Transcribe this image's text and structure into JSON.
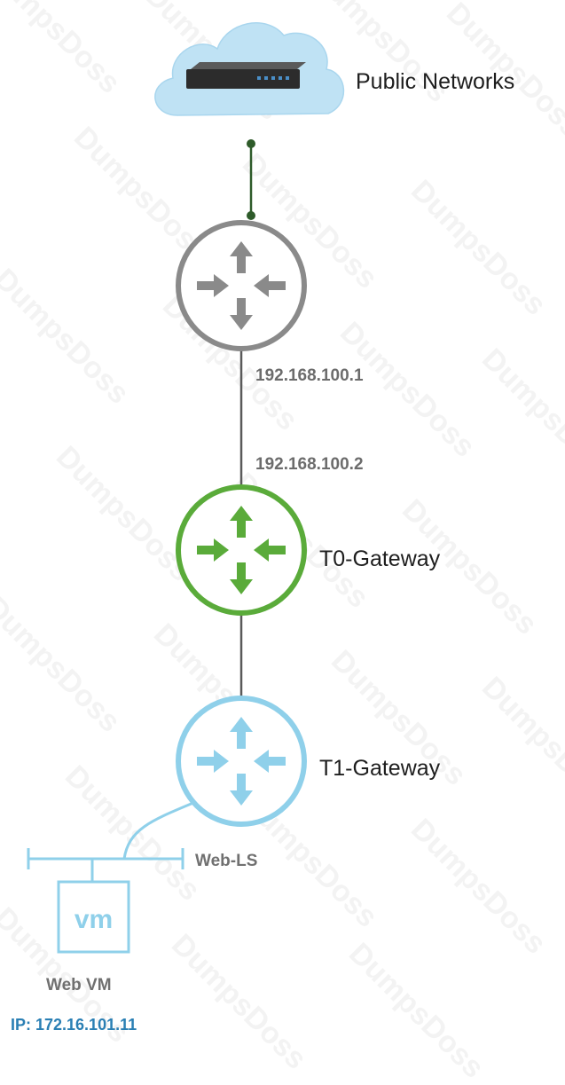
{
  "watermark": "DumpsDoss",
  "nodes": {
    "public_networks": {
      "label": "Public Networks",
      "icon": "cloud-router-icon"
    },
    "upstream_router": {
      "icon": "router-icon",
      "color": "#8a8a8a"
    },
    "t0_gateway": {
      "label": "T0-Gateway",
      "icon": "router-icon",
      "color": "#5aab3a"
    },
    "t1_gateway": {
      "label": "T1-Gateway",
      "icon": "router-icon",
      "color": "#8fd0ea"
    },
    "web_ls": {
      "label": "Web-LS",
      "icon": "logical-switch-icon"
    },
    "web_vm": {
      "label": "Web VM",
      "icon_text": "vm",
      "ip_label": "IP: 172.16.101.11"
    }
  },
  "links": {
    "upstream_ip": "192.168.100.1",
    "t0_uplink_ip": "192.168.100.2"
  },
  "colors": {
    "link_green": "#2e5b2a",
    "link_gray": "#5a5a5a",
    "cloud_fill": "#bfe2f4",
    "t1_blue": "#8fd0ea",
    "ip_blue": "#2a7fb4"
  }
}
